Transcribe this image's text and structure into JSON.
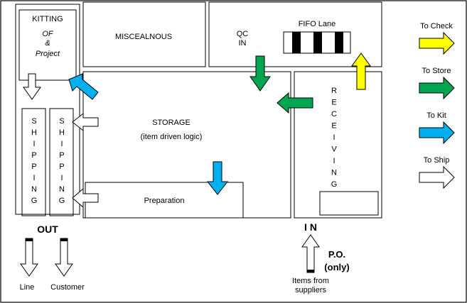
{
  "zones": {
    "kitting": {
      "title": "KITTING",
      "line1": "OF",
      "line2": "&",
      "line3": "Project"
    },
    "misc": "MISCEALNOUS",
    "qc_in": {
      "line1": "QC",
      "line2": "IN"
    },
    "fifo": "FIFO Lane",
    "storage": {
      "title": "STORAGE",
      "subtitle": "(item driven logic)"
    },
    "preparation": "Preparation",
    "shipping_letters": [
      "S",
      "H",
      "I",
      "P",
      "P",
      "I",
      "N",
      "G"
    ],
    "receiving_letters": [
      "R",
      "E",
      "C",
      "E",
      "I",
      "V",
      "I",
      "N",
      "G"
    ]
  },
  "labels": {
    "out": "OUT",
    "in": "I N",
    "po_line1": "P.O.",
    "po_line2": "(only)",
    "items_line1": "Items from",
    "items_line2": "suppliers",
    "line": "Line",
    "customer": "Customer"
  },
  "legend": [
    {
      "label": "To Check",
      "color": "#ffff00"
    },
    {
      "label": "To Store",
      "color": "#00a550"
    },
    {
      "label": "To Kit",
      "color": "#00b0f0"
    },
    {
      "label": "To Ship",
      "color": "#ffffff"
    }
  ],
  "colors": {
    "check": "#ffff00",
    "store": "#00a550",
    "kit": "#00b0f0",
    "ship": "#ffffff"
  }
}
